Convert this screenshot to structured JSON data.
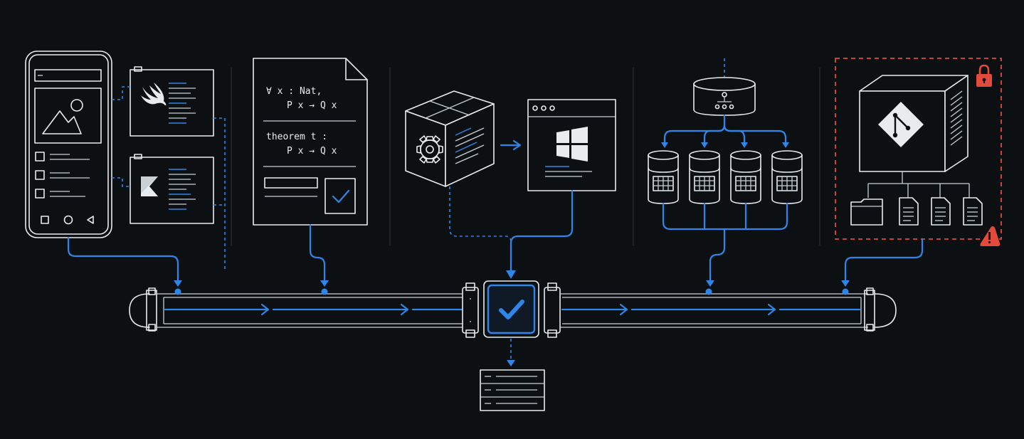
{
  "proof_document": {
    "line1": "∀ x : Nat,",
    "line2": "P x → Q x",
    "line3": "theorem t :",
    "line4": "P x → Q x"
  },
  "colors": {
    "background": "#0d1013",
    "stroke": "#e8ecef",
    "accent_blue": "#2f86e8",
    "alert_red": "#e24a3b"
  },
  "icons": [
    "smartphone-icon",
    "swift-icon",
    "kotlin-icon",
    "document-icon",
    "gear-icon",
    "windows-icon",
    "database-icon",
    "git-icon",
    "lock-icon",
    "warning-icon",
    "checkmark-icon",
    "folder-icon",
    "file-icon",
    "server-icon"
  ]
}
